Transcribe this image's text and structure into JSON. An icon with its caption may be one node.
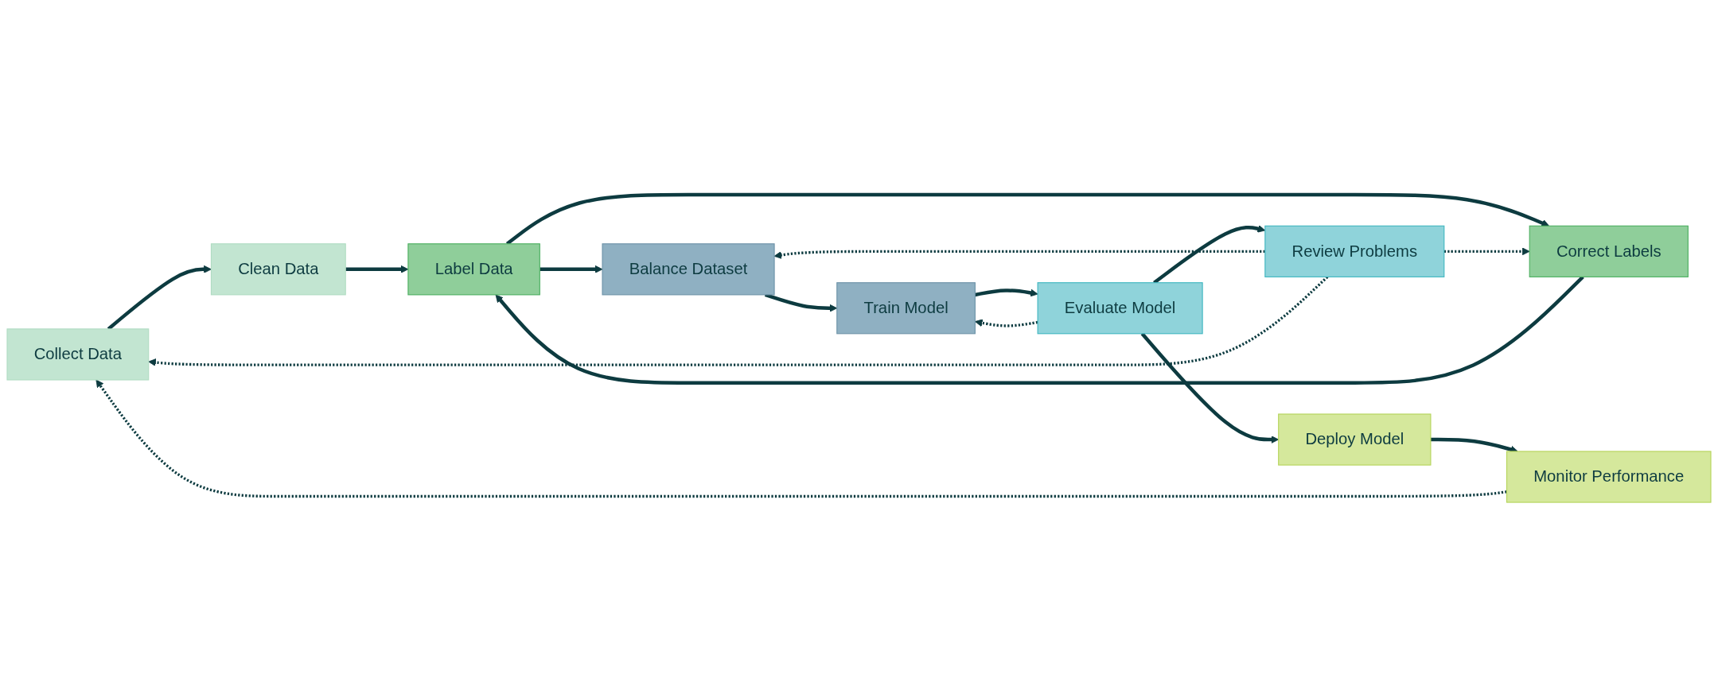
{
  "diagram": {
    "nodes": [
      {
        "text": [
          "Collect Data"
        ]
      },
      {
        "text": [
          "Clean Data"
        ]
      },
      {
        "text": [
          "Label Data"
        ]
      },
      {
        "text": [
          "Correct Labels"
        ]
      },
      {
        "text": [
          "Balance Dataset"
        ]
      },
      {
        "text": [
          "Train Model"
        ]
      },
      {
        "text": [
          "Evaluate Model"
        ]
      },
      {
        "text": [
          "Review Problems"
        ]
      },
      {
        "text": [
          "Deploy Model"
        ]
      },
      {
        "text": [
          "Monitor Performance"
        ]
      }
    ],
    "edges": [
      {
        "from": 0,
        "to": 1,
        "arrow": "to"
      },
      {
        "from": 1,
        "to": 2,
        "arrow": "to"
      },
      {
        "from": 2,
        "to": 4,
        "arrow": "to"
      },
      {
        "from": 2,
        "to": 3,
        "arrow": "to"
      },
      {
        "from": 3,
        "to": 2,
        "arrow": "to"
      },
      {
        "from": 4,
        "to": 5,
        "arrow": "to"
      },
      {
        "from": 5,
        "to": 6,
        "arrow": "to"
      },
      {
        "from": 6,
        "to": 7,
        "arrow": "to"
      },
      {
        "from": 6,
        "to": 8,
        "arrow": "to"
      },
      {
        "from": 8,
        "to": 9,
        "arrow": "to"
      },
      {
        "from": 9,
        "to": 0,
        "arrow": "to",
        "style": "dashed"
      },
      {
        "from": 6,
        "to": 5,
        "arrow": "to",
        "style": "dashed"
      },
      {
        "from": 7,
        "to": 4,
        "arrow": "to",
        "style": "dashed"
      },
      {
        "from": 7,
        "to": 3,
        "arrow": "to",
        "style": "dashed"
      },
      {
        "from": 7,
        "to": 0,
        "arrow": "to",
        "style": "dashed"
      }
    ]
  }
}
